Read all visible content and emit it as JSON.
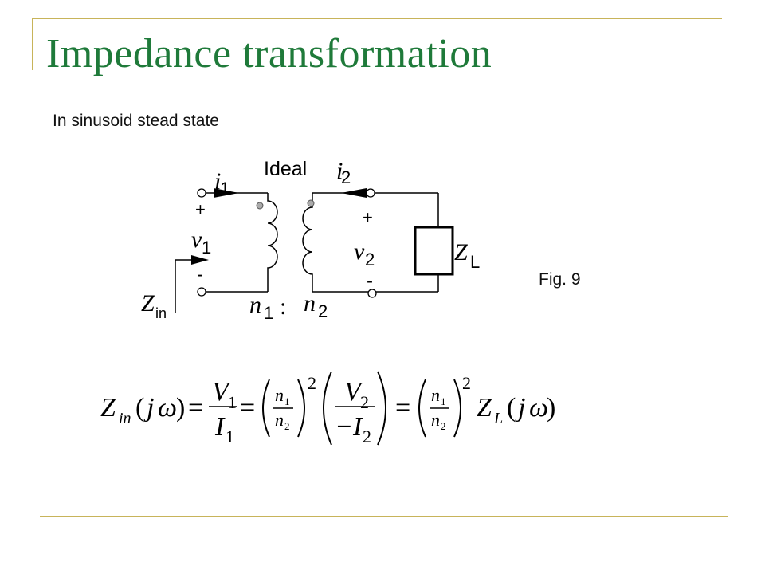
{
  "slide": {
    "title": "Impedance transformation",
    "subtitle": "In sinusoid stead state",
    "figure_label": "Fig. 9"
  },
  "colors": {
    "title": "#1f7a3a",
    "accent_lines": "#c8b45a"
  },
  "circuit": {
    "ideal_label": "Ideal",
    "i1": {
      "sym": "i",
      "sub": "1"
    },
    "i2": {
      "sym": "i",
      "sub": "2"
    },
    "v1": {
      "sym": "v",
      "sub": "1"
    },
    "v2": {
      "sym": "v",
      "sub": "2"
    },
    "zl": {
      "sym": "Z",
      "sub": "L"
    },
    "zin": {
      "sym": "Z",
      "sub": "in"
    },
    "n1": {
      "sym": "n",
      "sub": "1"
    },
    "n2": {
      "sym": "n",
      "sub": "2"
    },
    "ratio_colon": ":",
    "plus_left": "+",
    "minus_left": "-",
    "plus_right": "+",
    "minus_right": "-"
  },
  "formula": {
    "Z": "Z",
    "in_sub": "in",
    "arg_open": "(",
    "j": "j",
    "omega": "ω",
    "arg_close": ")",
    "eq": "=",
    "V": "V",
    "I": "I",
    "one": "1",
    "two": "2",
    "n": "n",
    "minus_I": "−I",
    "sq": "2",
    "L_sub": "L"
  }
}
